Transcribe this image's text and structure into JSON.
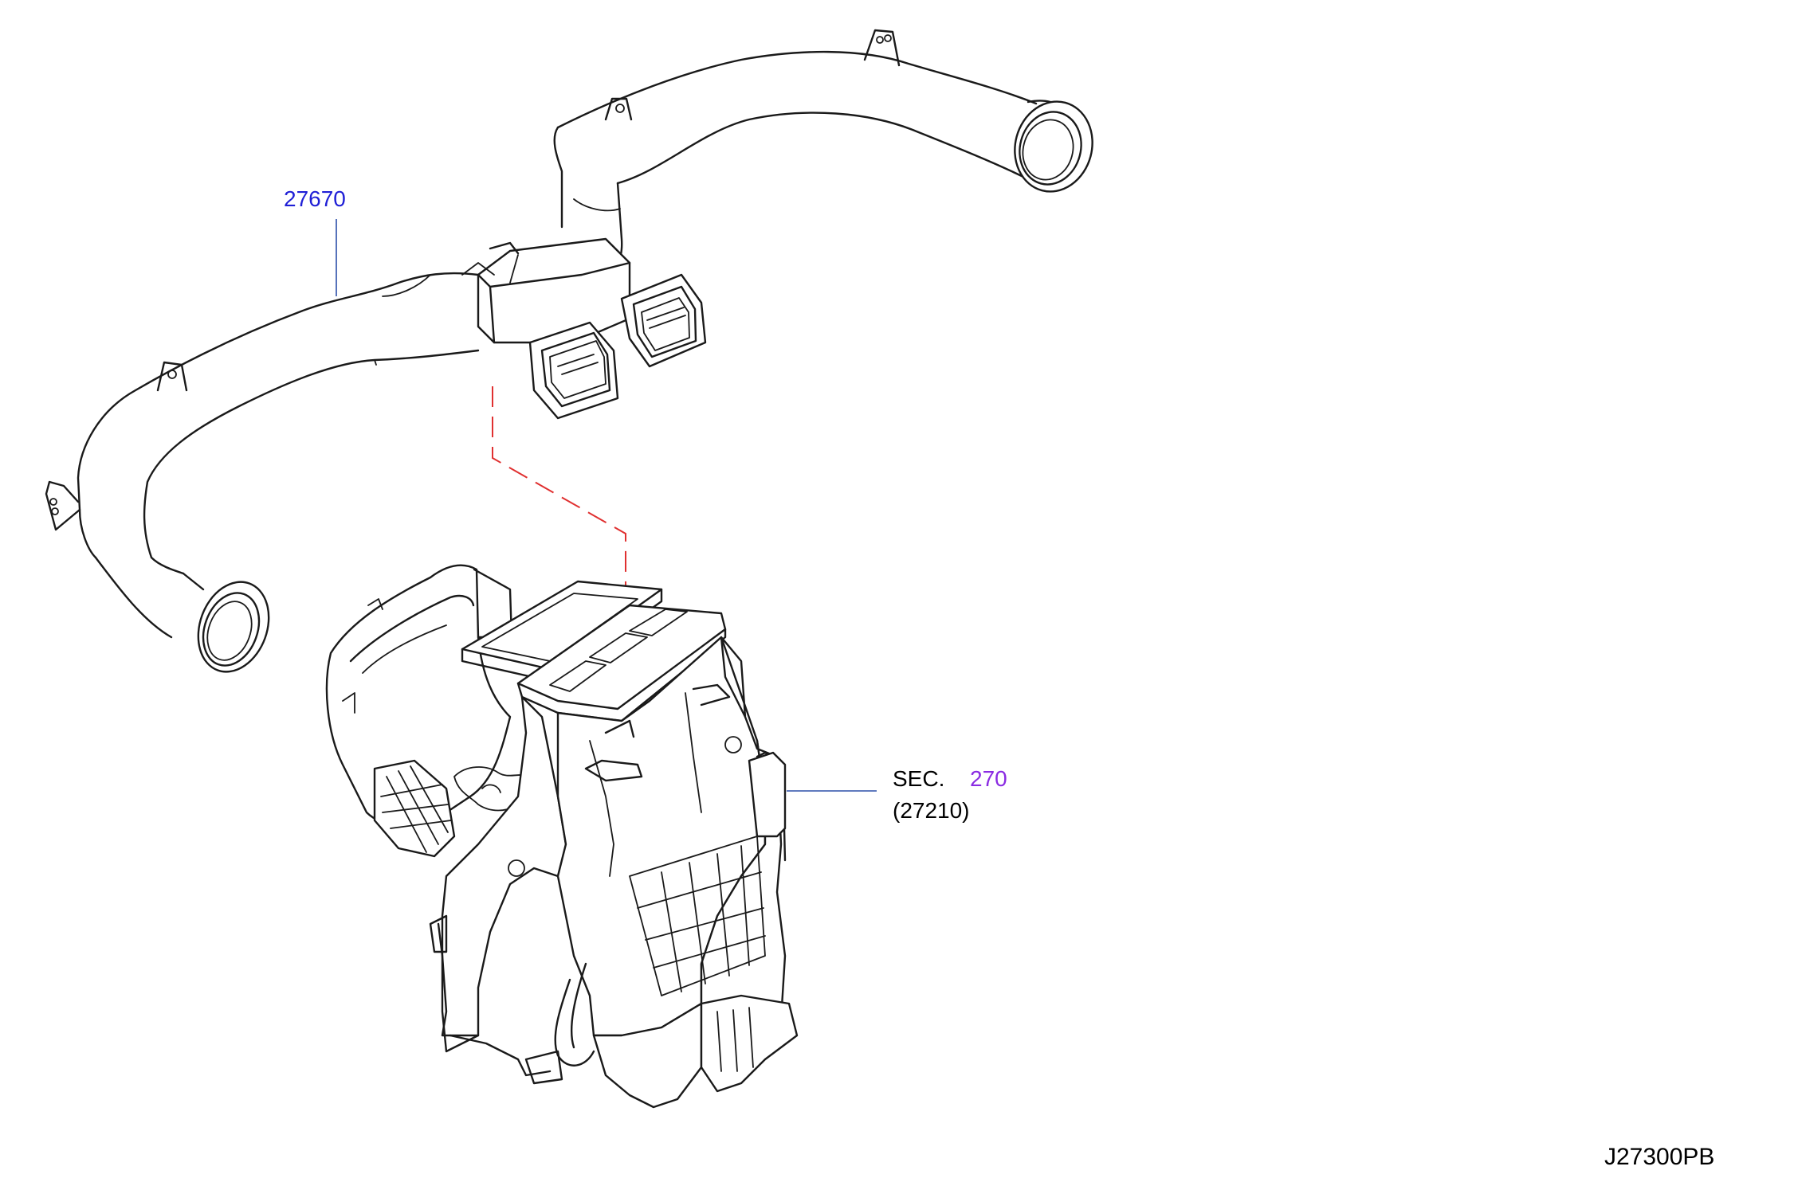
{
  "callouts": {
    "duct_part_number": "27670",
    "unit_section_label": "SEC.",
    "unit_section_number": "270",
    "unit_part_number": "(27210)"
  },
  "diagram_code": "J27300PB",
  "colors": {
    "callout_blue": "#1f1fd6",
    "section_purple": "#8a2be2",
    "leader_line": "#2c4fa8",
    "phantom_line": "#e03030",
    "line_art": "#1a1a1a"
  }
}
